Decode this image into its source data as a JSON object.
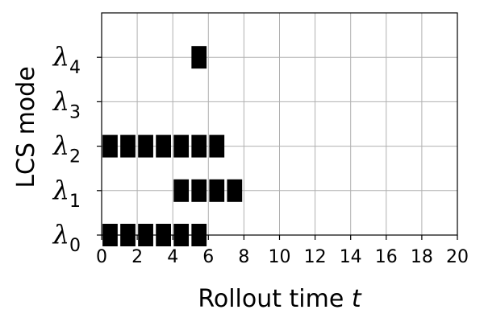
{
  "chart_data": {
    "type": "timeline",
    "xlabel": "Rollout time",
    "xlabel_var": "t",
    "ylabel": "LCS mode",
    "xlim": [
      0,
      20
    ],
    "xticks": [
      0,
      2,
      4,
      6,
      8,
      10,
      12,
      14,
      16,
      18,
      20
    ],
    "grid": true,
    "modes": [
      {
        "symbol": "λ",
        "sub": "0",
        "active_steps": [
          0,
          1,
          2,
          3,
          4,
          5
        ]
      },
      {
        "symbol": "λ",
        "sub": "1",
        "active_steps": [
          4,
          5,
          6,
          7
        ]
      },
      {
        "symbol": "λ",
        "sub": "2",
        "active_steps": [
          0,
          1,
          2,
          3,
          4,
          5,
          6
        ]
      },
      {
        "symbol": "λ",
        "sub": "3",
        "active_steps": []
      },
      {
        "symbol": "λ",
        "sub": "4",
        "active_steps": [
          5
        ]
      }
    ],
    "bar_color": "#000000",
    "grid_color": "#b0b0b0"
  }
}
